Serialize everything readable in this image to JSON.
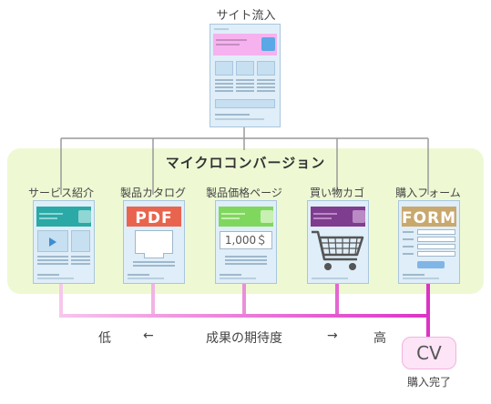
{
  "top_label": "サイト流入",
  "panel_title": "マイクロコンバージョン",
  "columns": [
    {
      "label": "サービス紹介",
      "color": "#2aa9a6"
    },
    {
      "label": "製品カタログ",
      "color": "#e8644e",
      "header_text": "PDF"
    },
    {
      "label": "製品価格ページ",
      "color": "#7fd75e",
      "price_text": "1,000＄"
    },
    {
      "label": "買い物カゴ",
      "color": "#7f3d8f"
    },
    {
      "label": "購入フォーム",
      "color": "#c9a86e",
      "header_text": "FORM"
    }
  ],
  "expectation": {
    "low": "低",
    "left_arrow": "←",
    "label": "成果の期待度",
    "right_arrow": "→",
    "high": "高"
  },
  "cv": {
    "badge": "CV",
    "caption": "購入完了"
  }
}
